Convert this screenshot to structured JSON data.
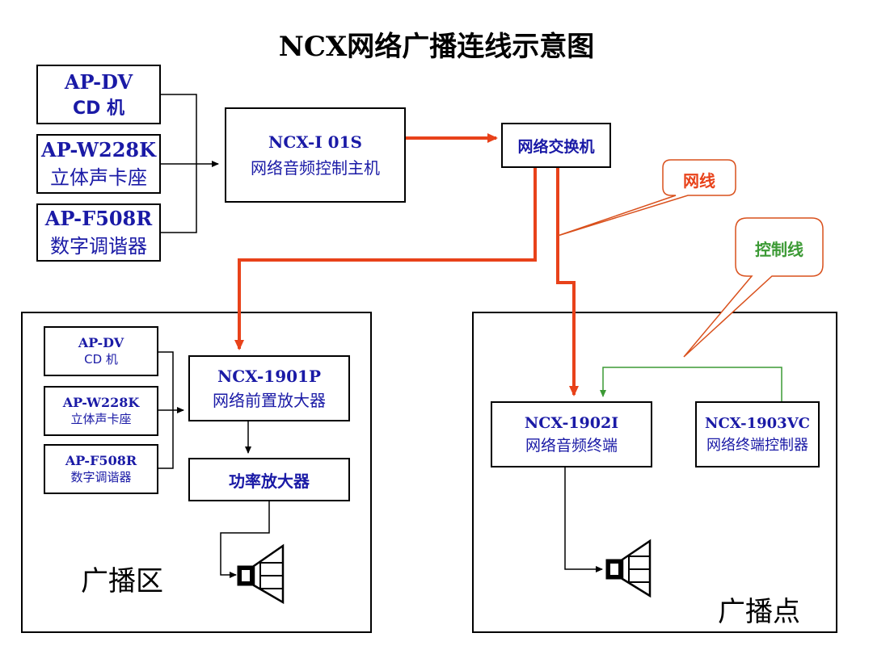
{
  "title": "NCX网络广播连线示意图",
  "sources_top": [
    {
      "model": "AP-DV",
      "name": "CD 机"
    },
    {
      "model": "AP-W228K",
      "name": "立体声卡座"
    },
    {
      "model": "AP-F508R",
      "name": "数字调谐器"
    }
  ],
  "host": {
    "model": "NCX-I 01S",
    "name": "网络音频控制主机"
  },
  "switch": {
    "name": "网络交换机"
  },
  "callouts": {
    "network_cable": "网线",
    "control_cable": "控制线"
  },
  "zone_left": {
    "label": "广播区",
    "sources": [
      {
        "model": "AP-DV",
        "name": "CD 机"
      },
      {
        "model": "AP-W228K",
        "name": "立体声卡座"
      },
      {
        "model": "AP-F508R",
        "name": "数字调谐器"
      }
    ],
    "preamp": {
      "model": "NCX-1901P",
      "name": "网络前置放大器"
    },
    "amp": {
      "name": "功率放大器"
    }
  },
  "zone_right": {
    "label": "广播点",
    "terminal": {
      "model": "NCX-1902I",
      "name": "网络音频终端"
    },
    "controller": {
      "model": "NCX-1903VC",
      "name": "网络终端控制器"
    }
  },
  "colors": {
    "box_text": "#1a1aa6",
    "network_line": "#e8421a",
    "control_line": "#3c9a35",
    "callout_border": "#d9501c"
  }
}
